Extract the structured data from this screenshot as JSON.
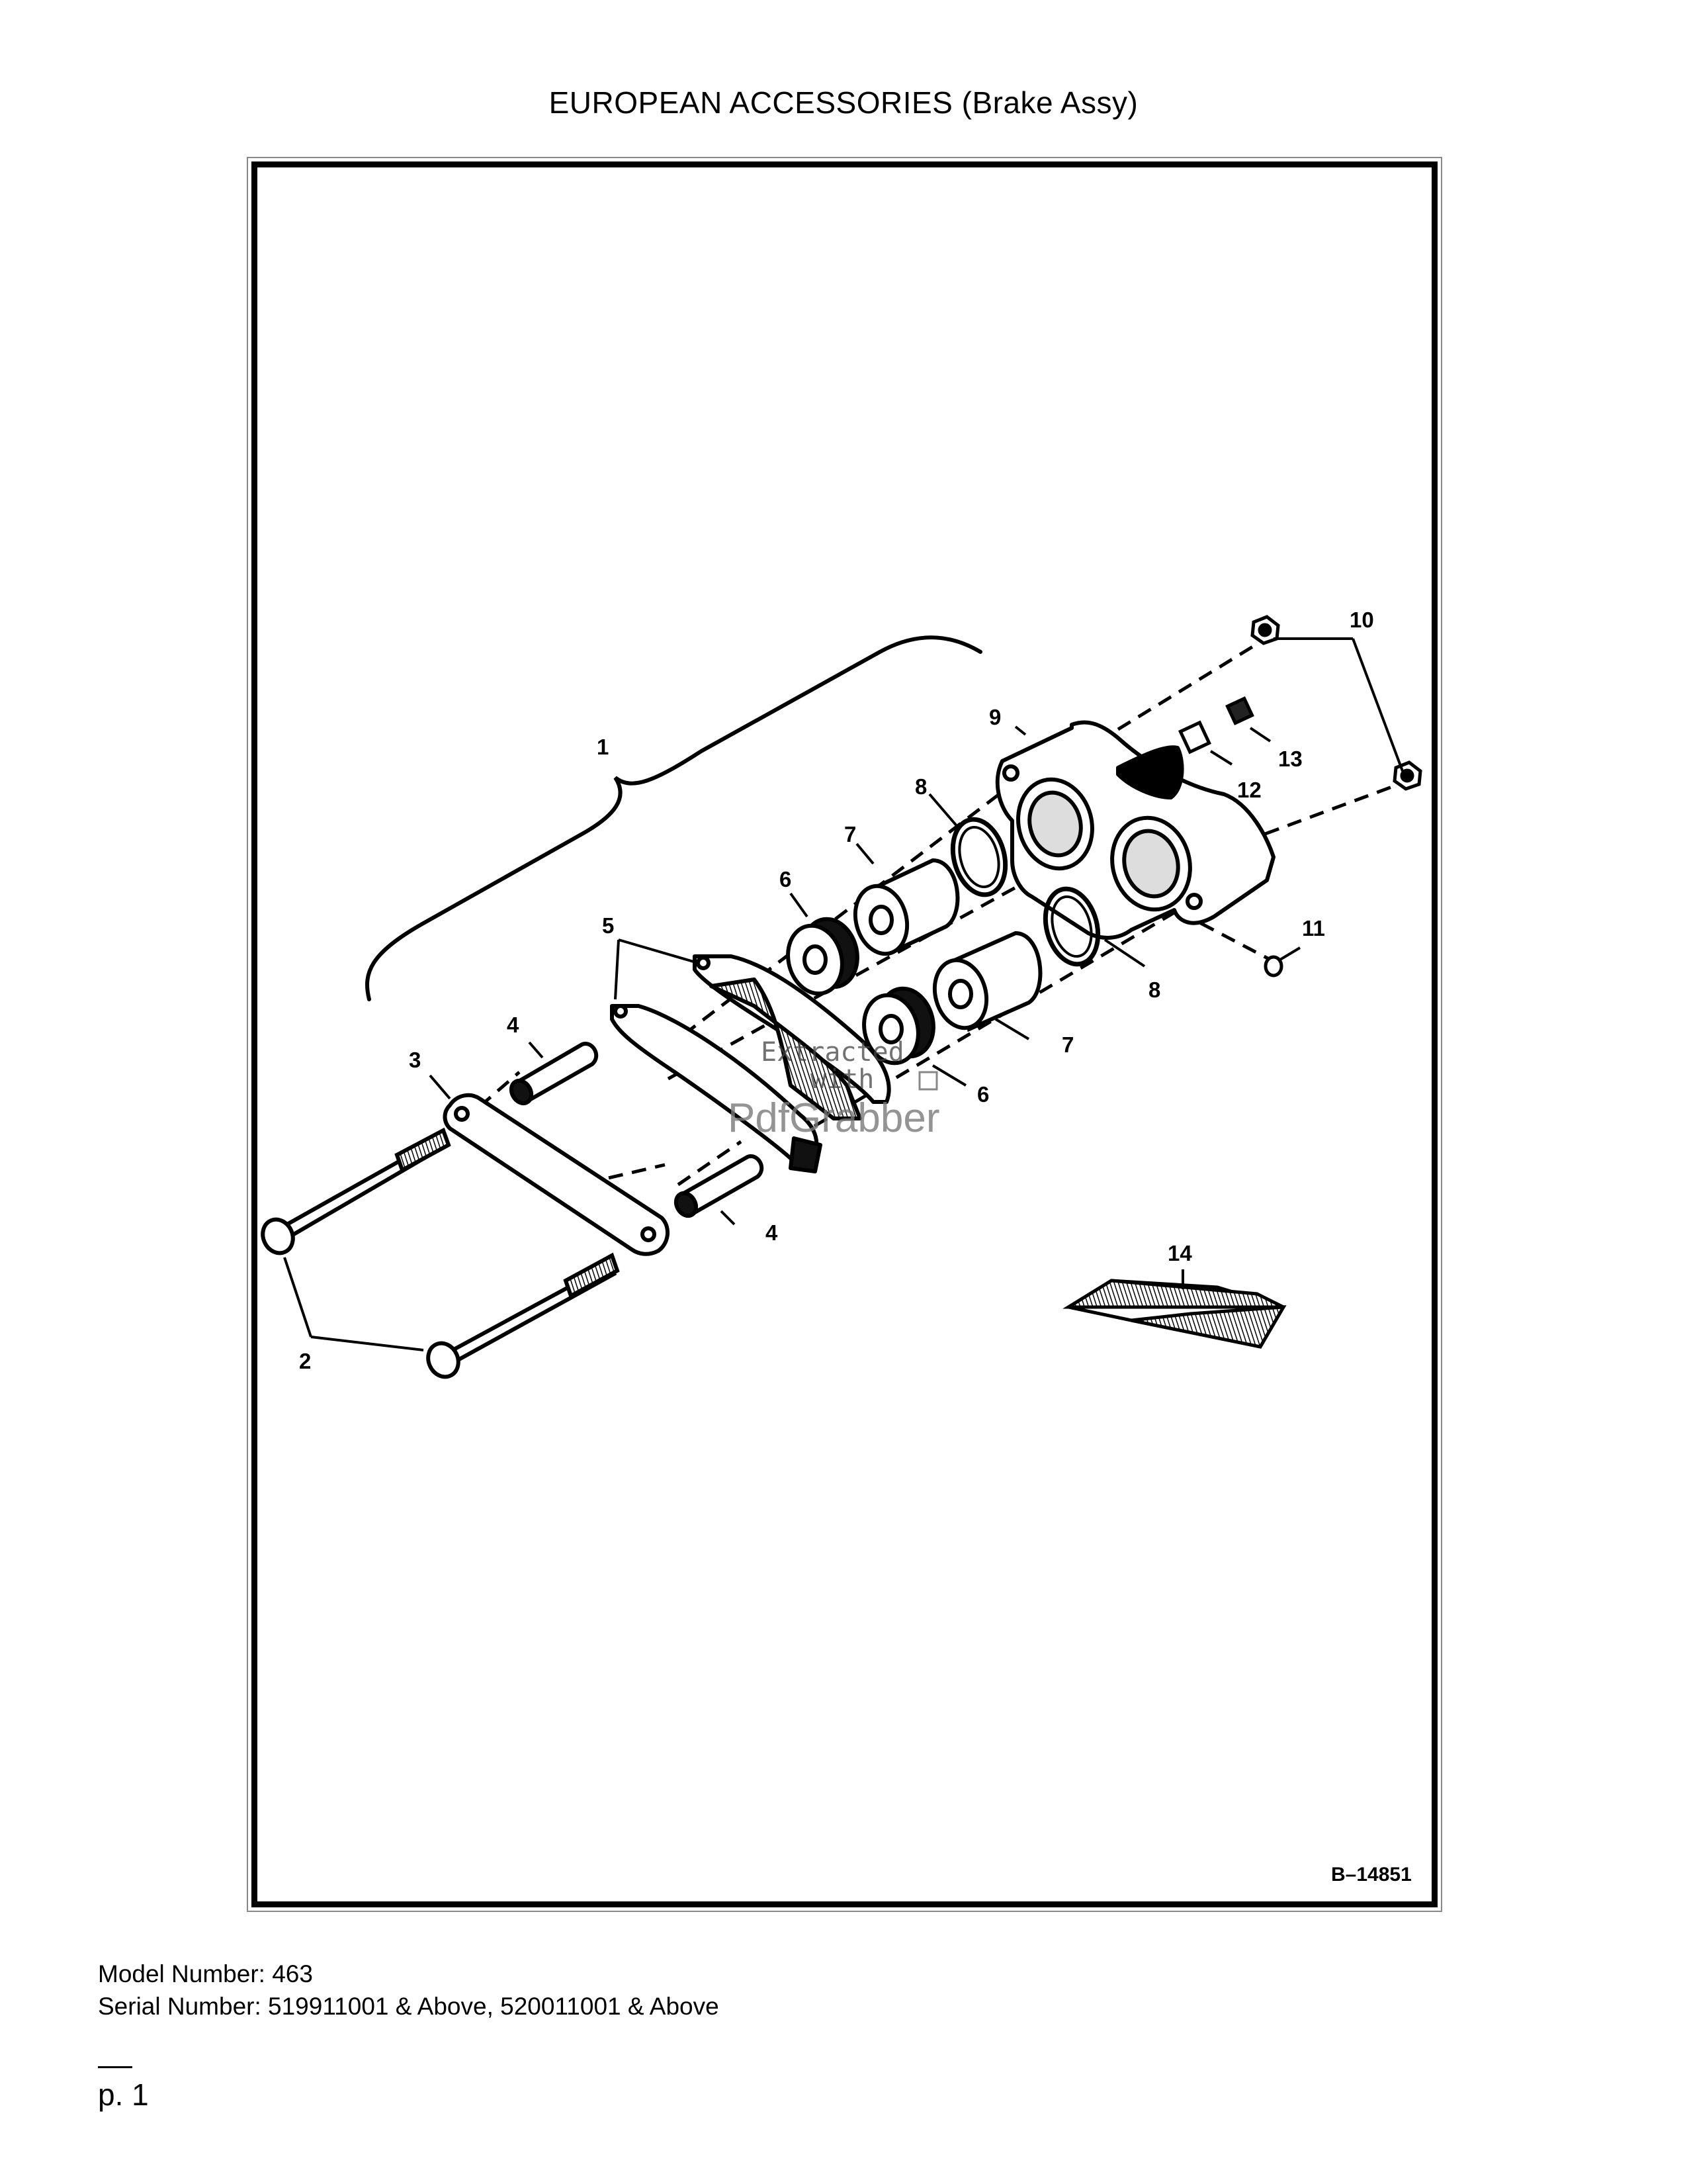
{
  "title": "EUROPEAN ACCESSORIES (Brake Assy)",
  "diagram": {
    "drawing_number": "B–14851",
    "callouts": [
      "1",
      "2",
      "3",
      "4",
      "4",
      "5",
      "6",
      "6",
      "7",
      "7",
      "8",
      "8",
      "9",
      "10",
      "11",
      "12",
      "13",
      "14"
    ],
    "watermark": {
      "line1": "Extracted",
      "line2": "with",
      "brand": "PdfGrabber"
    }
  },
  "footer": {
    "model": "Model Number: 463",
    "serial": "Serial Number: 519911001 & Above, 520011001 & Above",
    "page": "p. 1"
  }
}
